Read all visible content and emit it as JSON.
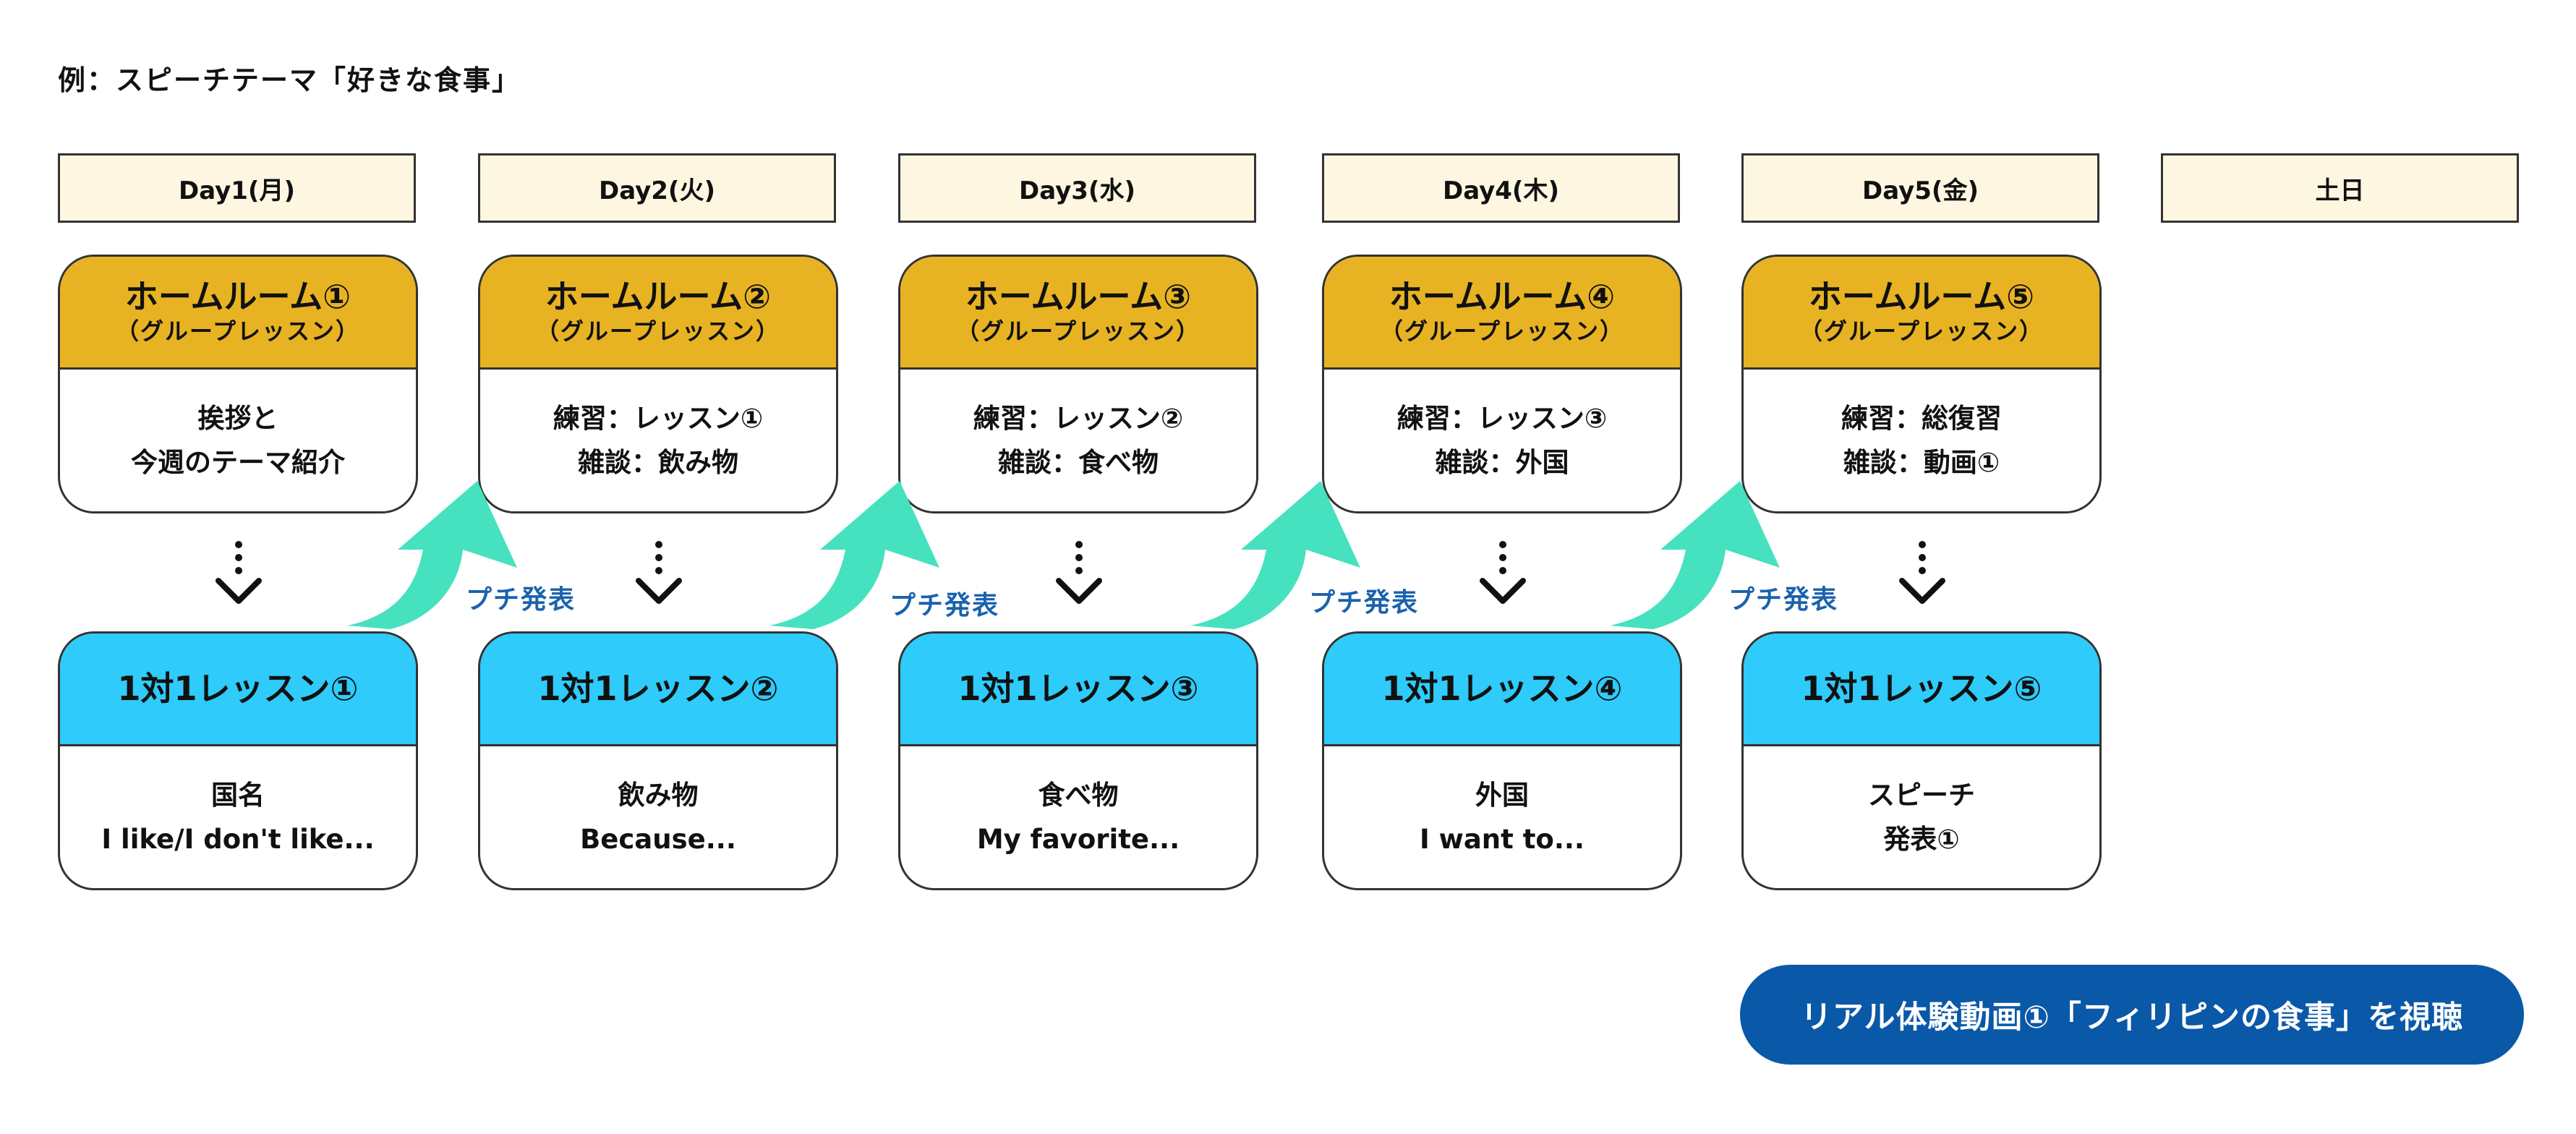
{
  "title": "例：スピーチテーマ「好きな食事」",
  "days": [
    "Day1(月)",
    "Day2(火)",
    "Day3(水)",
    "Day4(木)",
    "Day5(金)",
    "土日"
  ],
  "homeroom": [
    {
      "title": "ホームルーム①",
      "subtitle": "（グループレッスン）",
      "line1": "挨拶と",
      "line2": "今週のテーマ紹介"
    },
    {
      "title": "ホームルーム②",
      "subtitle": "（グループレッスン）",
      "line1": "練習：レッスン①",
      "line2": "雑談：飲み物"
    },
    {
      "title": "ホームルーム③",
      "subtitle": "（グループレッスン）",
      "line1": "練習：レッスン②",
      "line2": "雑談：食べ物"
    },
    {
      "title": "ホームルーム④",
      "subtitle": "（グループレッスン）",
      "line1": "練習：レッスン③",
      "line2": "雑談：外国"
    },
    {
      "title": "ホームルーム⑤",
      "subtitle": "（グループレッスン）",
      "line1": "練習：総復習",
      "line2": "雑談：動画①"
    }
  ],
  "one_on_one": [
    {
      "title": "1対1レッスン①",
      "line1": "国名",
      "line2": "I like/I don't like..."
    },
    {
      "title": "1対1レッスン②",
      "line1": "飲み物",
      "line2": "Because..."
    },
    {
      "title": "1対1レッスン③",
      "line1": "食べ物",
      "line2": "My favorite..."
    },
    {
      "title": "1対1レッスン④",
      "line1": "外国",
      "line2": "I want to..."
    },
    {
      "title": "1対1レッスン⑤",
      "line1": "スピーチ",
      "line2": "発表①"
    }
  ],
  "petit_label": "プチ発表",
  "video_button": "リアル体験動画①「フィリピンの食事」を視聴",
  "colors": {
    "homeroom_header": "#e8b323",
    "lesson_header": "#2ecbfb",
    "day_header": "#fdf7e1",
    "arrow": "#46e2bf",
    "petit_text": "#1a62ad",
    "button": "#0a58a8"
  }
}
